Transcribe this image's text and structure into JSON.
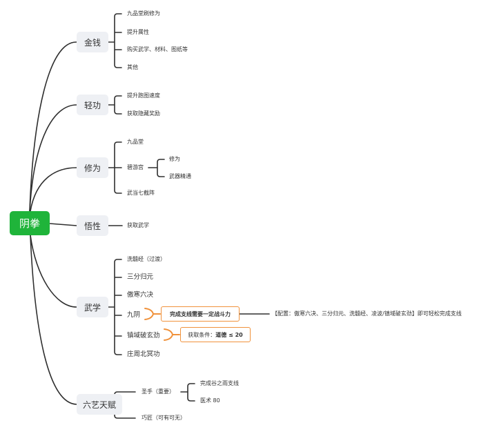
{
  "root": {
    "label": "阴拳",
    "color": "#1fb43a"
  },
  "branches": {
    "money": {
      "label": "金钱",
      "children": [
        "九品堂刷修为",
        "提升属性",
        "购买武学、材料、图纸等",
        "其他"
      ]
    },
    "qinggong": {
      "label": "轻功",
      "children": [
        "提升跑图速度",
        "获取隐藏奖励"
      ]
    },
    "xiuwei": {
      "label": "修为",
      "children": [
        "九品堂",
        "碧游宫",
        "武当七截阵"
      ],
      "biyou_children": [
        "修为",
        "武器精通"
      ]
    },
    "wuxing": {
      "label": "悟性",
      "children": [
        "获取武学"
      ]
    },
    "wuxue": {
      "label": "武学",
      "children": [
        "洗髓经（过渡）",
        "三分归元",
        "傲寒六决",
        "九阴",
        "镇域破玄劲",
        "庄周北冥功"
      ],
      "jiuyin_note": "完成支线需要一定战斗力",
      "jiuyin_detail": "【配置：傲寒六决、三分归元、洗髓经、凌波/镇域破玄劲】即可轻松完成支线",
      "zhenyu_note_prefix": "获取条件：",
      "zhenyu_note_value": "道德 ≤ 20"
    },
    "liuyi": {
      "label": "六艺天赋",
      "children": [
        "圣手（重要）",
        "巧匠（可有可无）"
      ],
      "shengshou_children": [
        "完成谷之雨支线",
        "医术 80"
      ]
    }
  },
  "colors": {
    "line": "#2e2e2e",
    "accent": "#f0913a",
    "branch_bg": "#eef0f4"
  }
}
